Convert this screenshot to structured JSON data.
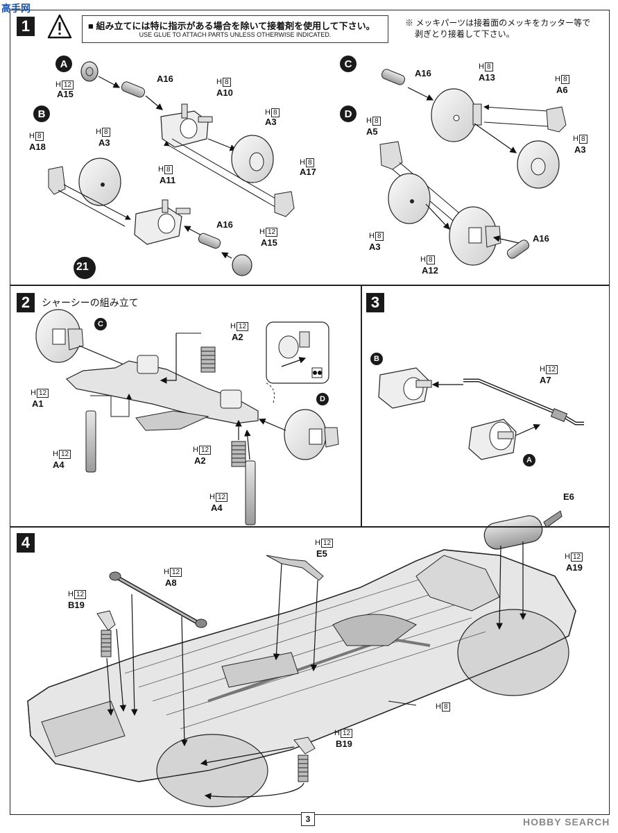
{
  "header": {
    "warning_jp": "■ 組み立てには特に指示がある場合を除いて接着剤を使用して下さい。",
    "warning_en": "USE GLUE TO ATTACH PARTS UNLESS OTHERWISE INDICATED.",
    "note_line1": "※ メッキパーツは接着面のメッキをカッター等で",
    "note_line2": "剥ぎとり接着して下さい。"
  },
  "step1": {
    "number": "1",
    "markers": {
      "a": "A",
      "b": "B",
      "c": "C",
      "d": "D"
    },
    "page_ref": "21",
    "labels": {
      "a15_top": "A15",
      "a16_top": "A16",
      "a10": "A10",
      "a3_r1": "A3",
      "a17": "A17",
      "a18": "A18",
      "a3_l": "A3",
      "a11": "A11",
      "a16_mid": "A16",
      "a15_bot": "A15",
      "a16_c": "A16",
      "a13": "A13",
      "a6": "A6",
      "a3_c": "A3",
      "a5": "A5",
      "a3_d": "A3",
      "a12": "A12",
      "a16_d": "A16"
    },
    "h_tags": {
      "h12": "H",
      "h8": "H",
      "n12": "12",
      "n8": "8"
    }
  },
  "step2": {
    "number": "2",
    "title": "シャーシーの組み立て",
    "labels": {
      "a2_top": "A2",
      "a1": "A1",
      "a4_left": "A4",
      "a2_bot": "A2",
      "a4_bot": "A4"
    },
    "markers": {
      "c": "C",
      "d": "D"
    }
  },
  "step3": {
    "number": "3",
    "labels": {
      "a7": "A7"
    },
    "markers": {
      "b": "B",
      "a": "A"
    }
  },
  "step4": {
    "number": "4",
    "labels": {
      "e5": "E5",
      "e6": "E6",
      "a8": "A8",
      "a19": "A19",
      "b19_left": "B19",
      "b19_right": "B19",
      "h8_under": "H"
    }
  },
  "footer": {
    "page": "3",
    "watermark": "HOBBY SEARCH",
    "site_logo": "高手网"
  }
}
